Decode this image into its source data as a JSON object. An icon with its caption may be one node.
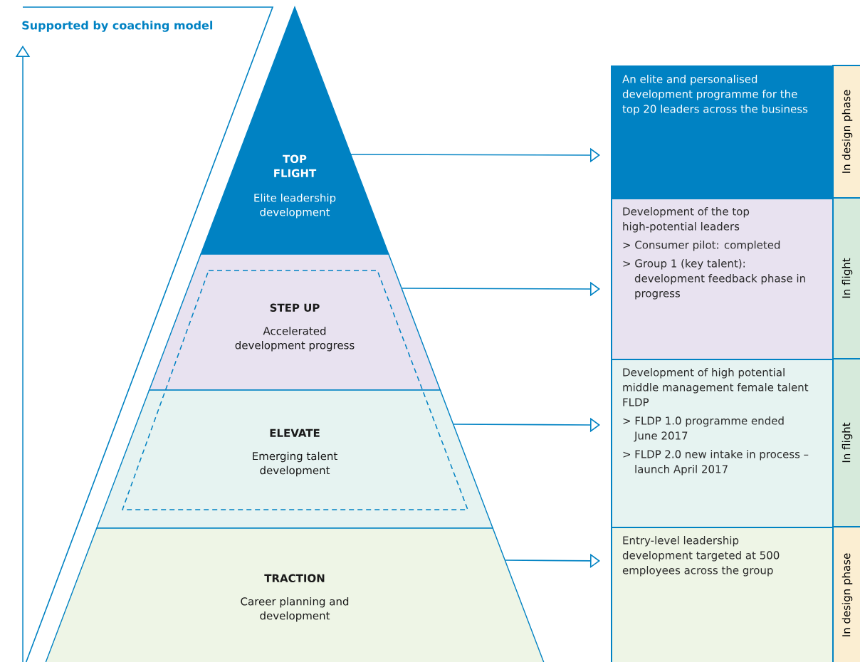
{
  "diagram": {
    "nodes": [
      {
        "text": [
          "TOP FLIGHT",
          "Elite leadership development"
        ]
      },
      {
        "text": [
          "STEP UP",
          "Accelerated development progress"
        ]
      },
      {
        "text": [
          "ELEVATE",
          "Emerging talent development"
        ]
      },
      {
        "text": [
          "TRACTION",
          "Career planning and development"
        ]
      },
      {
        "text": [
          "An elite and personalised development programme for the top 20 leaders across the business"
        ]
      },
      {
        "text": [
          "Development of the top high-potential leaders",
          "> Consumer pilot: completed",
          "> Group 1 (key talent): development feedback phase in progress"
        ]
      },
      {
        "text": [
          "Development of high potential middle management female talent FLDP",
          "> FLDP 1.0 programme ended June 2017",
          "> FLDP 2.0 new intake in process – launch April 2017"
        ]
      },
      {
        "text": [
          "Entry-level leadership development targeted at 500 employees across the group"
        ]
      },
      {
        "text": [
          "In design phase"
        ]
      },
      {
        "text": [
          "In flight"
        ]
      },
      {
        "text": [
          "In flight"
        ]
      },
      {
        "text": [
          "In design phase"
        ]
      }
    ],
    "edges": [
      {
        "from": 0,
        "to": 4,
        "arrow": "to"
      },
      {
        "from": 1,
        "to": 5,
        "arrow": "to"
      },
      {
        "from": 2,
        "to": 6,
        "arrow": "to"
      },
      {
        "from": 3,
        "to": 7,
        "arrow": "to"
      }
    ],
    "labels": [
      "Supported by coaching model"
    ]
  }
}
